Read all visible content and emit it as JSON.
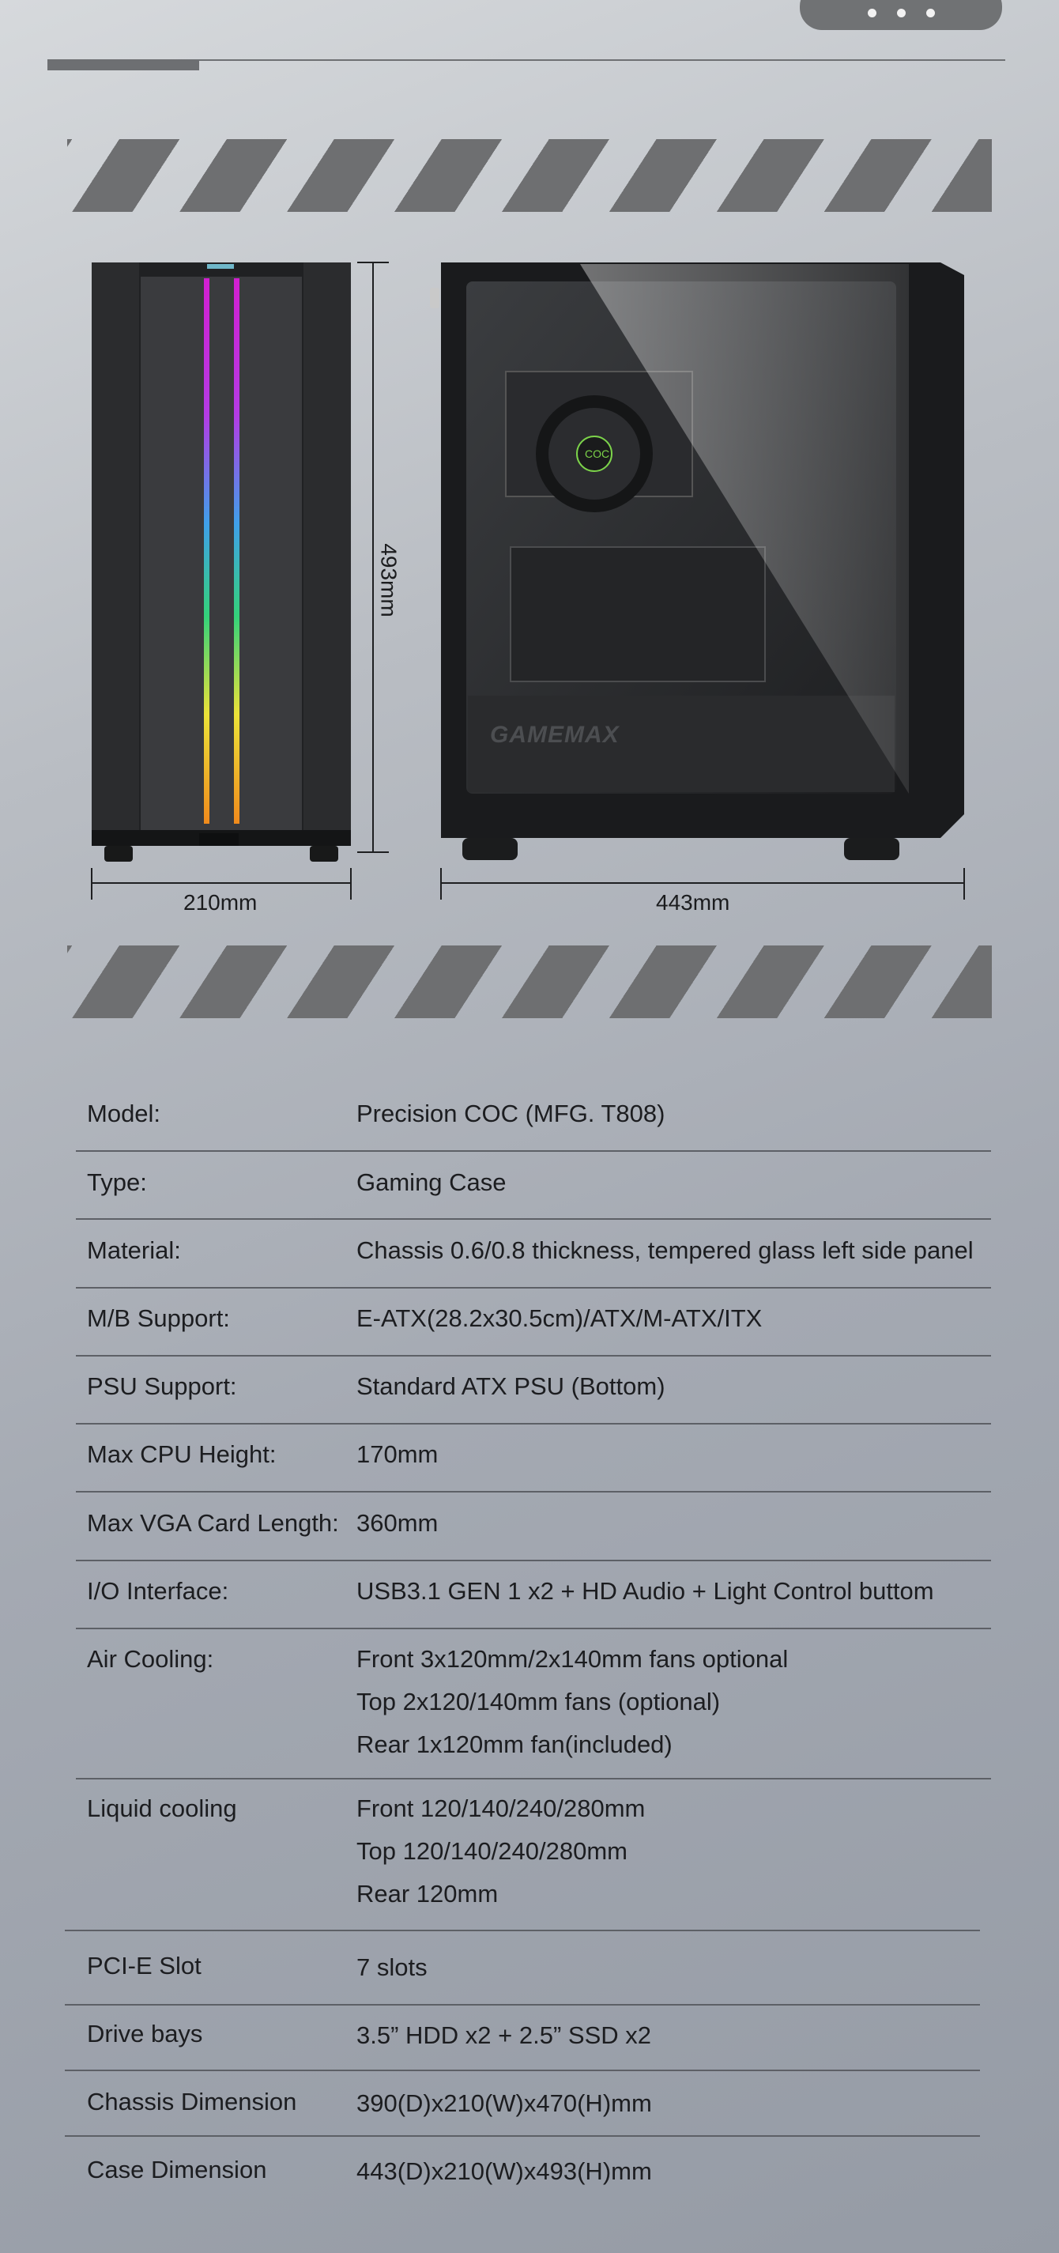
{
  "dimensions": {
    "height": "493mm",
    "front_width": "210mm",
    "side_length": "443mm"
  },
  "product": {
    "brand_logo": "GAMEMAX",
    "fan_badge": "COC"
  },
  "specs": [
    {
      "label": "Model:",
      "values": [
        "Precision COC (MFG. T808)"
      ]
    },
    {
      "label": "Type:",
      "values": [
        "Gaming Case"
      ]
    },
    {
      "label": "Material:",
      "values": [
        "Chassis 0.6/0.8 thickness, tempered glass left side panel"
      ]
    },
    {
      "label": "M/B Support:",
      "values": [
        "E-ATX(28.2x30.5cm)/ATX/M-ATX/ITX"
      ]
    },
    {
      "label": "PSU Support:",
      "values": [
        "Standard ATX PSU (Bottom)"
      ]
    },
    {
      "label": "Max CPU Height:",
      "values": [
        "170mm"
      ]
    },
    {
      "label": "Max VGA Card Length:",
      "values": [
        "360mm"
      ]
    },
    {
      "label": "I/O Interface:",
      "values": [
        "USB3.1 GEN 1 x2 + HD Audio + Light Control buttom"
      ]
    },
    {
      "label": "Air Cooling:",
      "values": [
        "Front  3x120mm/2x140mm fans  optional",
        "Top  2x120/140mm fans (optional)",
        "Rear  1x120mm fan(included)"
      ]
    },
    {
      "label": "Liquid cooling",
      "values": [
        "Front  120/140/240/280mm",
        "Top  120/140/240/280mm",
        "Rear  120mm"
      ]
    },
    {
      "label": "PCI-E Slot",
      "values": [
        "7 slots"
      ]
    },
    {
      "label": "Drive bays",
      "values": [
        "3.5” HDD x2 + 2.5” SSD x2"
      ]
    },
    {
      "label": "Chassis Dimension",
      "values": [
        "390(D)x210(W)x470(H)mm"
      ]
    },
    {
      "label": "Case Dimension",
      "values": [
        "443(D)x210(W)x493(H)mm"
      ]
    }
  ]
}
